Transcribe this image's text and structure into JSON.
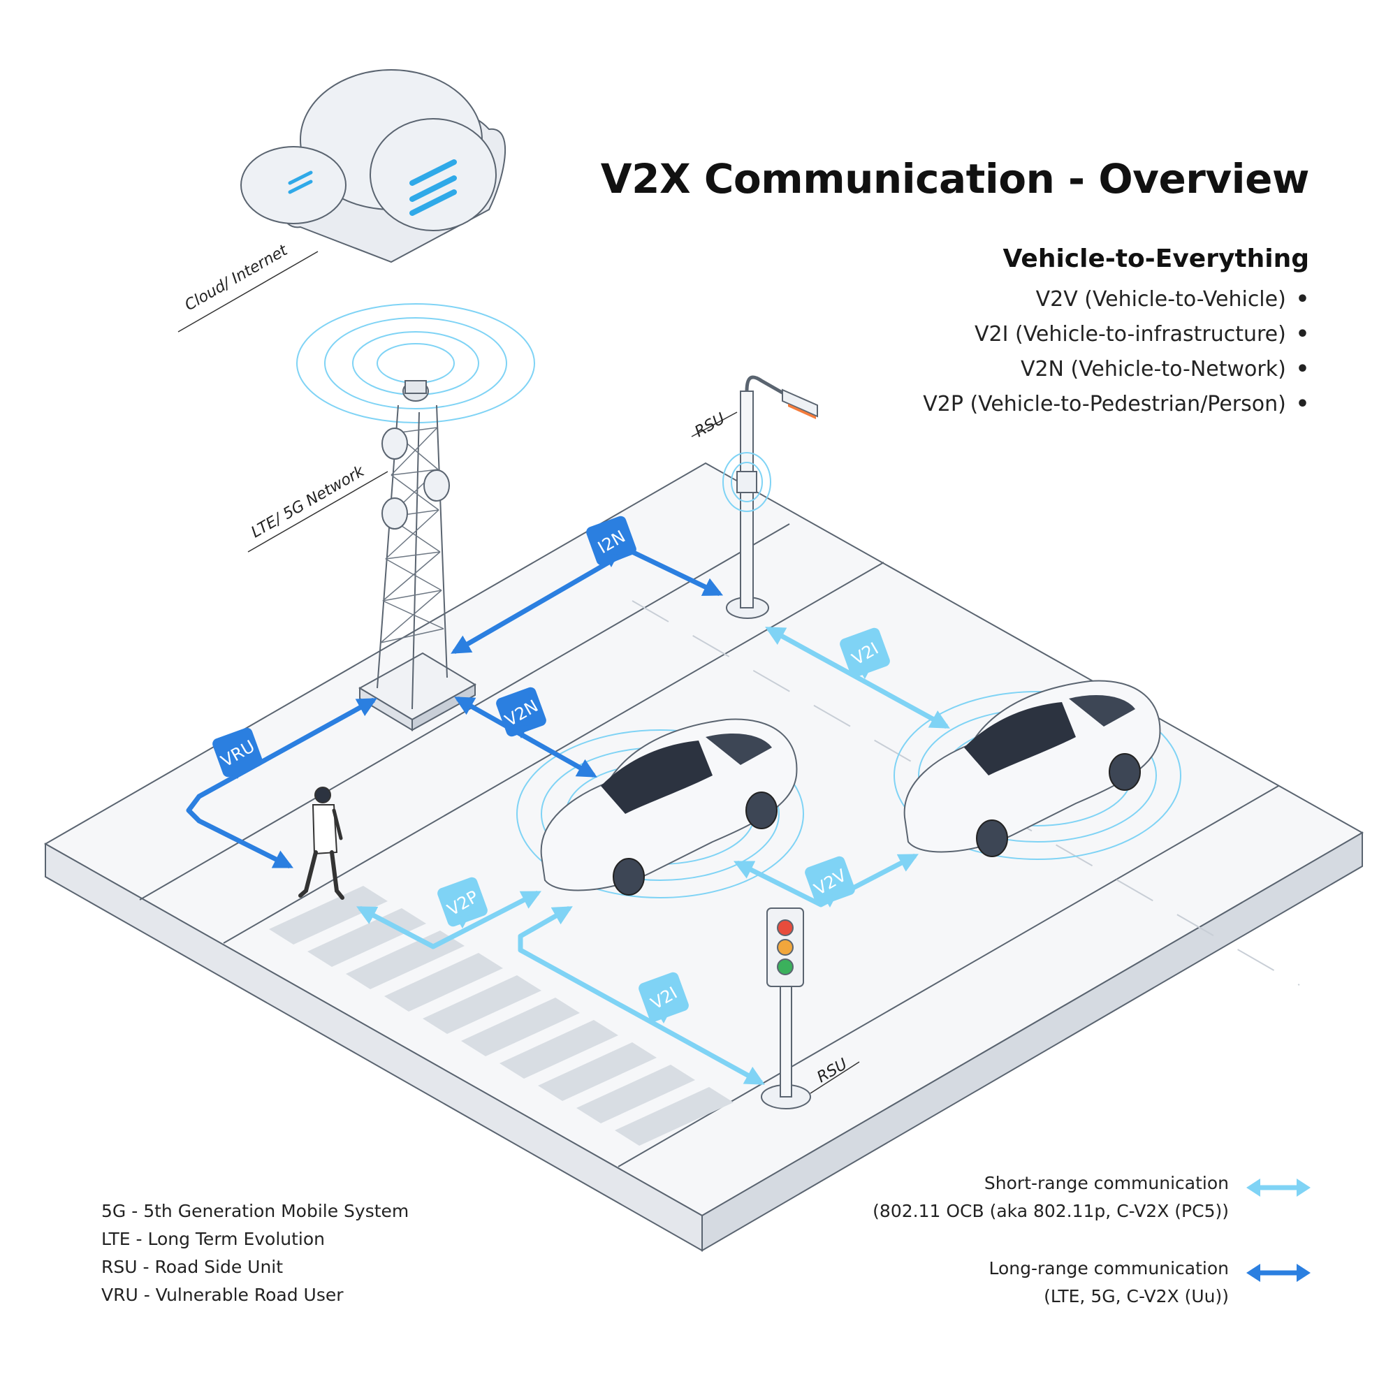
{
  "header": {
    "title": "V2X Communication - Overview",
    "subtitle": "Vehicle-to-Everything",
    "types": [
      "V2V (Vehicle-to-Vehicle)",
      "V2I (Vehicle-to-infrastructure)",
      "V2N (Vehicle-to-Network)",
      "V2P (Vehicle-to-Pedestrian/Person)"
    ]
  },
  "labels": {
    "cloud": "Cloud/ Internet",
    "network": "LTE/ 5G Network",
    "rsu_top": "RSU",
    "rsu_bottom": "RSU"
  },
  "tags": {
    "i2n": "I2N",
    "v2i_top": "V2I",
    "v2n": "V2N",
    "vru": "VRU",
    "v2p": "V2P",
    "v2v": "V2V",
    "v2i_bottom": "V2I"
  },
  "abbreviations": [
    "5G - 5th Generation Mobile System",
    "LTE - Long Term Evolution",
    "RSU - Road Side Unit",
    "VRU - Vulnerable Road User"
  ],
  "legend": {
    "short_line1": "Short-range communication",
    "short_line2": "(802.11 OCB (aka 802.11p, C-V2X (PC5))",
    "long_line1": "Long-range communication",
    "long_line2": "(LTE, 5G, C-V2X (Uu))"
  },
  "colors": {
    "short_range": "#7fd3f5",
    "long_range": "#2b7fe0",
    "road": "#f7f8fa",
    "outline": "#5a6470"
  }
}
